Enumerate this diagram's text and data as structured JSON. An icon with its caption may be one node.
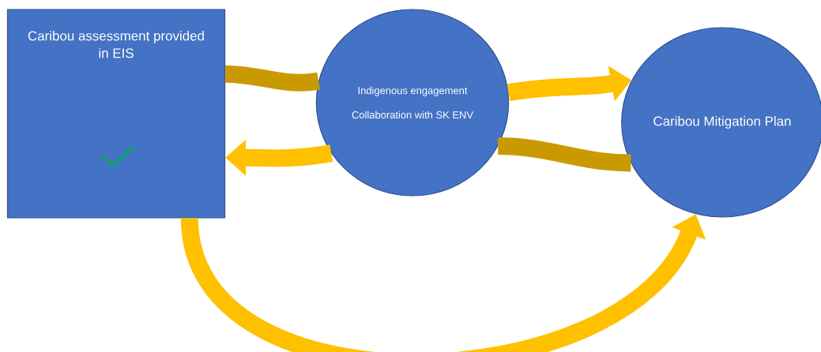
{
  "diagram": {
    "nodes": [
      {
        "text": [
          "Caribou assessment provided in EIS"
        ]
      },
      {
        "text": [
          "Indigenous engagement",
          "Collaboration with SK ENV"
        ]
      },
      {
        "text": [
          "Caribou Mitigation Plan"
        ]
      }
    ],
    "edges": [
      {
        "from": 0,
        "to": 1,
        "arrow": "none",
        "color": "#c99a00"
      },
      {
        "from": 1,
        "to": 2,
        "arrow": "to"
      },
      {
        "from": 2,
        "to": 1,
        "arrow": "none",
        "color": "#c99a00"
      },
      {
        "from": 1,
        "to": 0,
        "arrow": "to"
      },
      {
        "from": 0,
        "to": 2,
        "arrow": "to"
      }
    ]
  }
}
